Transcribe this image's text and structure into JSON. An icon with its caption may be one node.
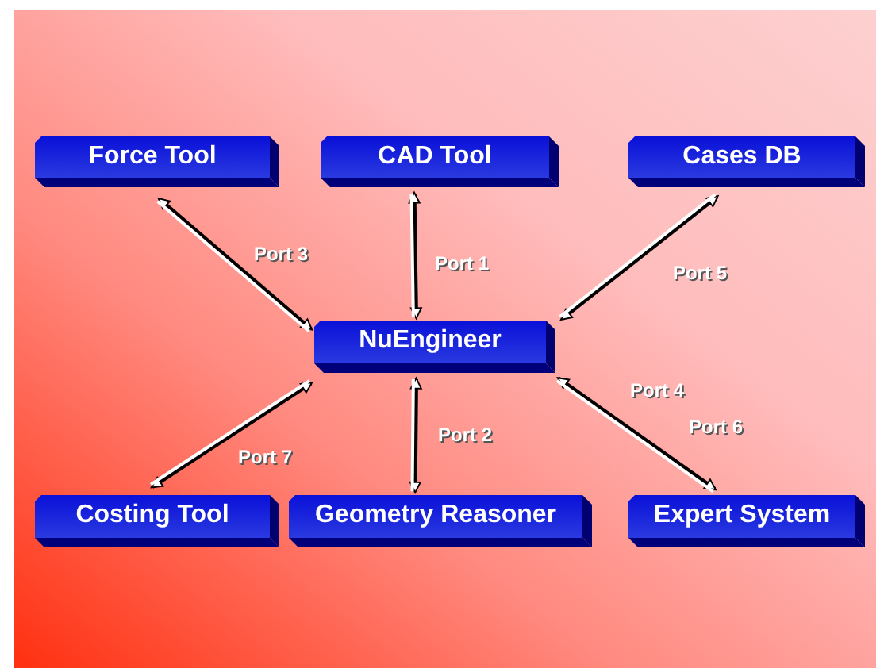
{
  "diagram": {
    "nodes": [
      {
        "text": [
          "Force Tool"
        ]
      },
      {
        "text": [
          "CAD Tool"
        ]
      },
      {
        "text": [
          "Cases DB"
        ]
      },
      {
        "text": [
          "NuEngineer"
        ]
      },
      {
        "text": [
          "Costing Tool"
        ]
      },
      {
        "text": [
          "Geometry Reasoner"
        ]
      },
      {
        "text": [
          "Expert System"
        ]
      }
    ],
    "edges": [
      {
        "from": 0,
        "to": 3,
        "arrow": "both",
        "label": "Port 3"
      },
      {
        "from": 1,
        "to": 3,
        "arrow": "both",
        "label": "Port 1"
      },
      {
        "from": 2,
        "to": 3,
        "arrow": "both",
        "label": "Port 5"
      },
      {
        "from": 3,
        "to": 4,
        "arrow": "both",
        "label": "Port 7"
      },
      {
        "from": 3,
        "to": 5,
        "arrow": "both",
        "label": "Port 2"
      },
      {
        "from": 3,
        "to": 6,
        "arrow": "both",
        "label": "Port 4"
      }
    ],
    "labels": [
      "Port 6"
    ]
  }
}
